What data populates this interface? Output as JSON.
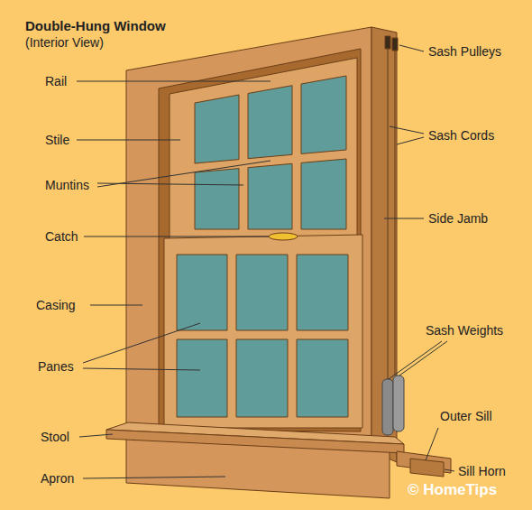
{
  "diagram": {
    "title": "Double-Hung Window",
    "labels": [
      "(Interior View)",
      "Rail",
      "Stile",
      "Muntins",
      "Catch",
      "Casing",
      "Panes",
      "Stool",
      "Apron",
      "Sash Pulleys",
      "Sash Cords",
      "Side Jamb",
      "Sash Weights",
      "Outer Sill",
      "Sill Horn",
      "© HomeTips"
    ]
  }
}
